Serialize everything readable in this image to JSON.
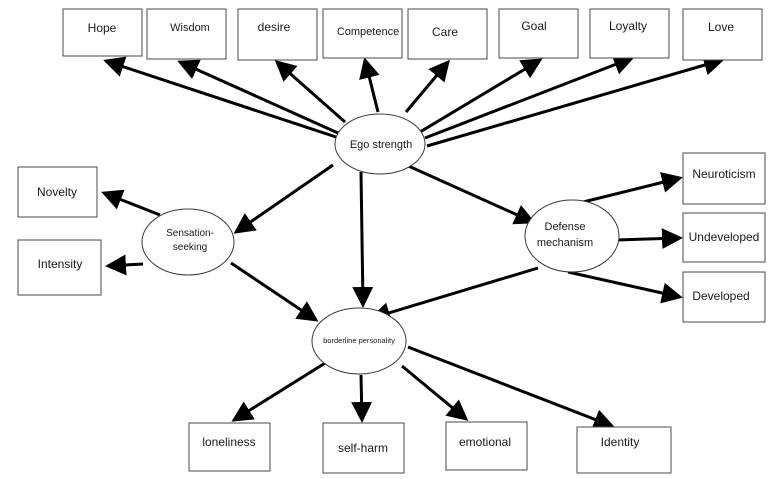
{
  "nodes": {
    "ego_strength": "Ego strength",
    "sensation_seeking_line1": "Sensation-",
    "sensation_seeking_line2": "seeking",
    "defense_mechanism_line1": "Defense",
    "defense_mechanism_line2": "mechanism",
    "borderline_personality": "borderline personality",
    "hope": "Hope",
    "wisdom": "Wisdom",
    "desire": "desire",
    "competence": "Competence",
    "care": "Care",
    "goal": "Goal",
    "loyalty": "Loyalty",
    "love": "Love",
    "novelty": "Novelty",
    "intensity": "Intensity",
    "neuroticism": "Neuroticism",
    "undeveloped": "Undeveloped",
    "developed": "Developed",
    "loneliness": "loneliness",
    "self_harm": "self-harm",
    "emotional": "emotional",
    "identity": "Identity"
  },
  "edges": [
    {
      "from": "ego_strength",
      "to": "hope"
    },
    {
      "from": "ego_strength",
      "to": "wisdom"
    },
    {
      "from": "ego_strength",
      "to": "desire"
    },
    {
      "from": "ego_strength",
      "to": "competence"
    },
    {
      "from": "ego_strength",
      "to": "care"
    },
    {
      "from": "ego_strength",
      "to": "goal"
    },
    {
      "from": "ego_strength",
      "to": "loyalty"
    },
    {
      "from": "ego_strength",
      "to": "love"
    },
    {
      "from": "ego_strength",
      "to": "sensation_seeking"
    },
    {
      "from": "ego_strength",
      "to": "borderline_personality"
    },
    {
      "from": "ego_strength",
      "to": "defense_mechanism"
    },
    {
      "from": "sensation_seeking",
      "to": "novelty"
    },
    {
      "from": "sensation_seeking",
      "to": "intensity"
    },
    {
      "from": "sensation_seeking",
      "to": "borderline_personality"
    },
    {
      "from": "defense_mechanism",
      "to": "neuroticism"
    },
    {
      "from": "defense_mechanism",
      "to": "undeveloped"
    },
    {
      "from": "defense_mechanism",
      "to": "developed"
    },
    {
      "from": "defense_mechanism",
      "to": "borderline_personality"
    },
    {
      "from": "borderline_personality",
      "to": "loneliness"
    },
    {
      "from": "borderline_personality",
      "to": "self_harm"
    },
    {
      "from": "borderline_personality",
      "to": "emotional"
    },
    {
      "from": "borderline_personality",
      "to": "identity"
    }
  ]
}
